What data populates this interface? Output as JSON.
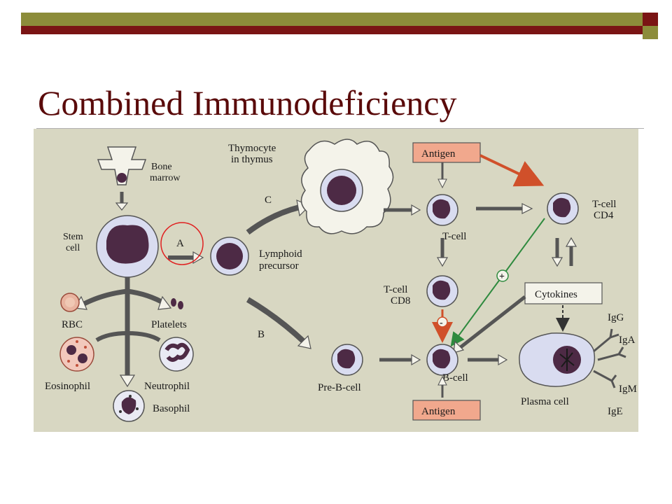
{
  "slide": {
    "title": "Combined Immunodeficiency"
  },
  "diagram": {
    "labels": {
      "bone_marrow_1": "Bone",
      "bone_marrow_2": "marrow",
      "thymocyte_1": "Thymocyte",
      "thymocyte_2": "in thymus",
      "stem_cell_1": "Stem",
      "stem_cell_2": "cell",
      "lymphoid_1": "Lymphoid",
      "lymphoid_2": "precursor",
      "path_a": "A",
      "path_b": "B",
      "path_c": "C",
      "rbc": "RBC",
      "platelets": "Platelets",
      "eosinophil": "Eosinophil",
      "neutrophil": "Neutrophil",
      "basophil": "Basophil",
      "pre_b_cell": "Pre-B-cell",
      "t_cell": "T-cell",
      "t_cell_cd4_1": "T-cell",
      "t_cell_cd4_2": "CD4",
      "t_cell_cd8_1": "T-cell",
      "t_cell_cd8_2": "CD8",
      "b_cell": "B-cell",
      "antigen_top": "Antigen",
      "antigen_bottom": "Antigen",
      "cytokines": "Cytokines",
      "plasma_cell": "Plasma cell",
      "igg": "IgG",
      "iga": "IgA",
      "igm": "IgM",
      "ige": "IgE",
      "plus": "+",
      "minus": "-"
    },
    "colors": {
      "background": "#d8d7c2",
      "cell_outer": "#d9dcf0",
      "cell_nucleus": "#4d2a45",
      "antigen_box": "#f1a88d",
      "arrow_red": "#d0502a",
      "arrow_green": "#2e8a3e",
      "highlight_circle": "#e02020"
    }
  }
}
